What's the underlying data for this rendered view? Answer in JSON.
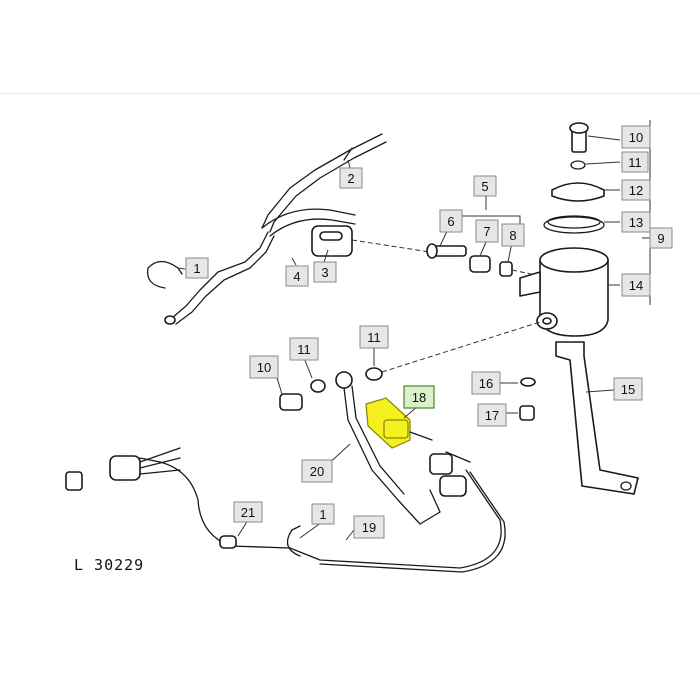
{
  "diagram": {
    "reference_code": "L 30229",
    "callouts": [
      {
        "label": "1"
      },
      {
        "label": "2"
      },
      {
        "label": "3"
      },
      {
        "label": "4"
      },
      {
        "label": "5"
      },
      {
        "label": "6"
      },
      {
        "label": "7"
      },
      {
        "label": "8"
      },
      {
        "label": "9"
      },
      {
        "label": "10"
      },
      {
        "label": "11"
      },
      {
        "label": "12"
      },
      {
        "label": "13"
      },
      {
        "label": "14"
      },
      {
        "label": "15"
      },
      {
        "label": "16"
      },
      {
        "label": "17"
      },
      {
        "label": "18"
      },
      {
        "label": "19"
      },
      {
        "label": "20"
      },
      {
        "label": "21"
      },
      {
        "label": "10"
      },
      {
        "label": "11"
      },
      {
        "label": "11"
      },
      {
        "label": "1"
      }
    ],
    "highlighted_part": "18",
    "highlight_color": "#f5f020"
  }
}
